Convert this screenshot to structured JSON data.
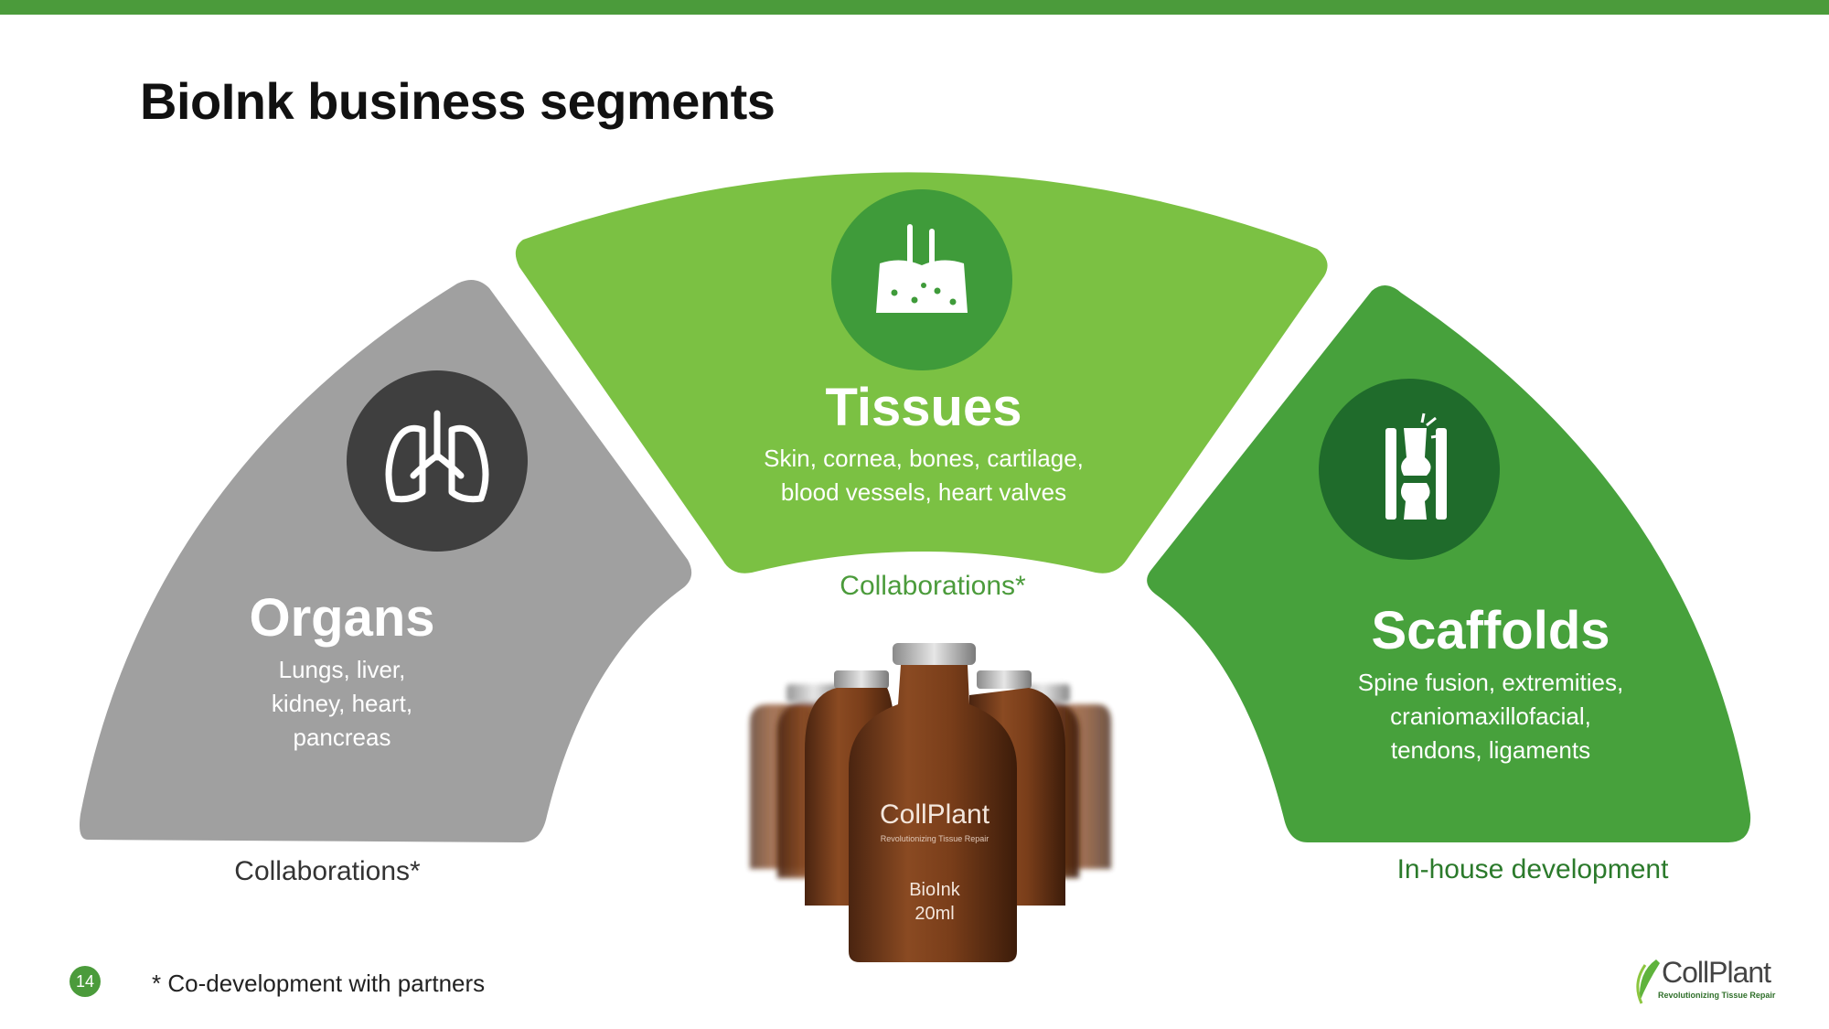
{
  "title": "BioInk business segments",
  "colors": {
    "accent": "#4b9b3b",
    "organs": "#a0a0a0",
    "tissues": "#7bc143",
    "scaffolds": "#47a13c"
  },
  "segments": {
    "organs": {
      "title": "Organs",
      "lines": [
        "Lungs, liver,",
        "kidney, heart,",
        "pancreas"
      ],
      "caption": "Collaborations*",
      "icon": "lungs-icon"
    },
    "tissues": {
      "title": "Tissues",
      "lines": [
        "Skin, cornea, bones, cartilage,",
        "blood vessels, heart valves"
      ],
      "caption": "Collaborations*",
      "icon": "skin-hair-icon"
    },
    "scaffolds": {
      "title": "Scaffolds",
      "lines": [
        "Spine fusion, extremities,",
        "craniomaxillofacial,",
        "tendons, ligaments"
      ],
      "caption": "In-house development",
      "icon": "bone-joint-icon"
    }
  },
  "product": {
    "brand": "CollPlant",
    "tagline": "Revolutionizing Tissue Repair",
    "name": "BioInk",
    "volume": "20ml"
  },
  "footer": {
    "page_number": "14",
    "footnote": "* Co-development with partners"
  },
  "logo": {
    "name": "CollPlant",
    "tagline": "Revolutionizing Tissue Repair"
  }
}
